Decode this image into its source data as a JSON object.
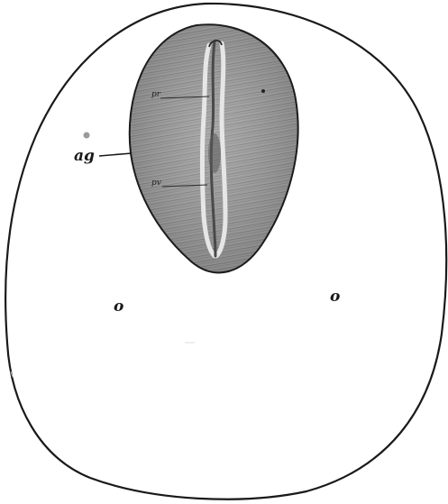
{
  "figure": {
    "labels": {
      "area_label": "ag",
      "upper_label": "pr",
      "lower_label": "pv"
    },
    "markers": {
      "left": "o",
      "right": "o"
    },
    "colors": {
      "outline": "#1a1a1a",
      "area_fill": "#9a9a9a",
      "area_dark": "#6f6f6f",
      "groove": "#4a4a4a",
      "background": "#ffffff"
    }
  }
}
